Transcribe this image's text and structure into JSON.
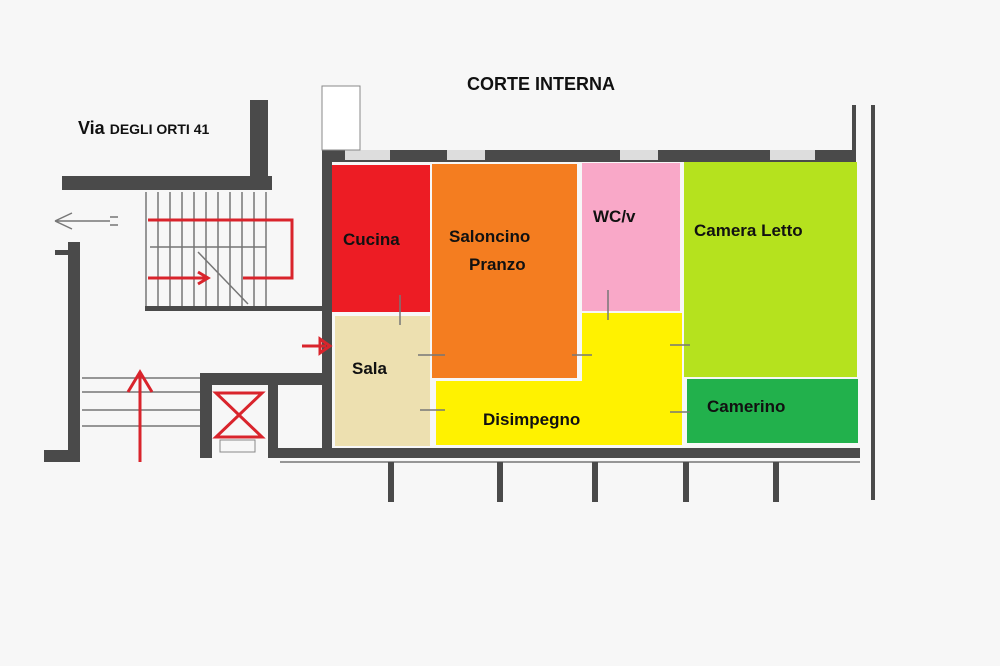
{
  "title": "CORTE INTERNA",
  "address": {
    "prefix": "Via",
    "street": "DEGLI ORTI 41"
  },
  "rooms": [
    {
      "name": "Cucina",
      "color": "#ed1c24"
    },
    {
      "name": "Saloncino",
      "name2": "Pranzo",
      "color": "#f47d20"
    },
    {
      "name": "WC/v",
      "color": "#f9a8c8"
    },
    {
      "name": "Camera Letto",
      "color": "#b5e21e"
    },
    {
      "name": "Camerino",
      "color": "#22b14c"
    },
    {
      "name": "Sala",
      "color": "#ede0b0"
    },
    {
      "name": "Disimpegno",
      "color": "#fff200"
    }
  ],
  "colors": {
    "wall": "#4a4a4a",
    "arrow": "#d9242c"
  }
}
